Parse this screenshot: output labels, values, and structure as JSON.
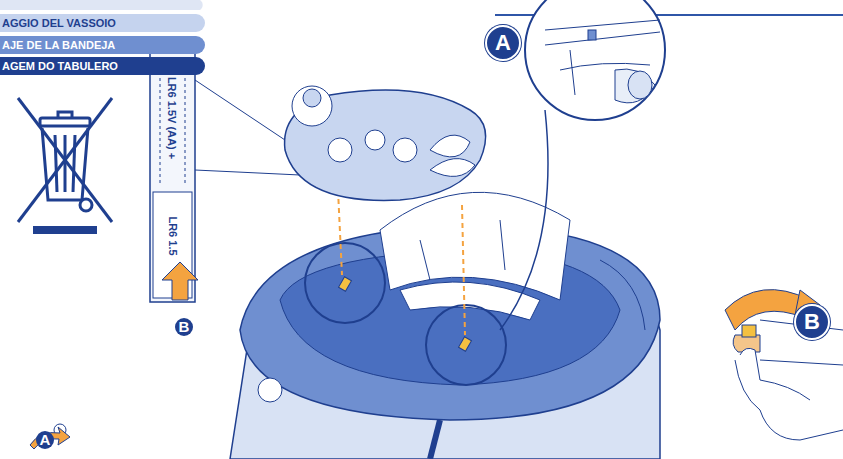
{
  "diagram": {
    "nodes": [
      {
        "text": [
          "AGGIO DEL VASSOIO"
        ]
      },
      {
        "text": [
          "AJE DE LA BANDEJA"
        ]
      },
      {
        "text": [
          "AGEM DO TABULERO"
        ]
      },
      {
        "text": [
          "A"
        ]
      },
      {
        "text": [
          "B"
        ]
      }
    ],
    "labels": [
      "LR6 1.5V (AA) +",
      "LR6 1.5",
      "B",
      "A"
    ]
  }
}
